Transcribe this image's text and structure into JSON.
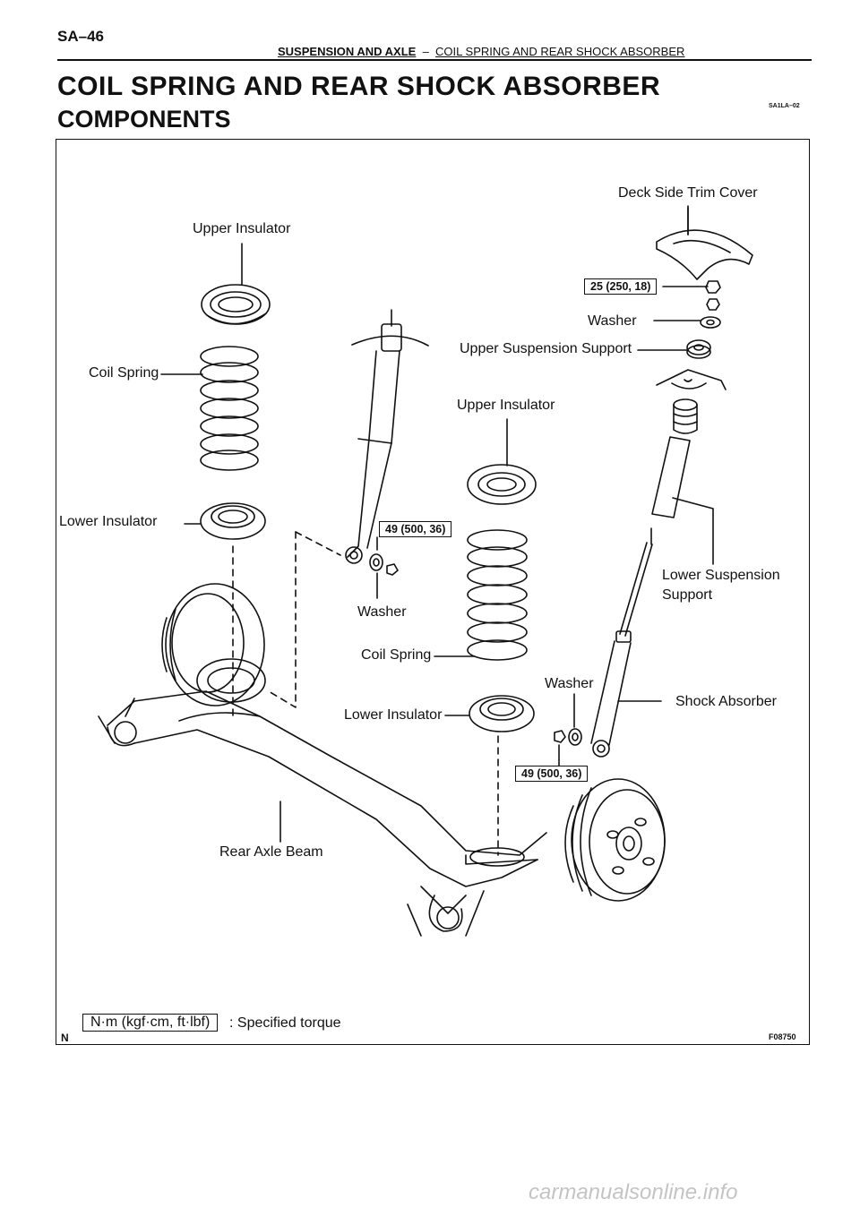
{
  "header": {
    "page_number": "SA–46",
    "section": "SUSPENSION AND AXLE",
    "separator": "–",
    "subsection": "COIL SPRING AND REAR SHOCK ABSORBER"
  },
  "title": "COIL SPRING AND REAR SHOCK ABSORBER",
  "subtitle": "COMPONENTS",
  "doc_ref": "SA1LA–02",
  "labels": {
    "deck_side_trim_cover": "Deck Side Trim Cover",
    "upper_insulator_left": "Upper Insulator",
    "coil_spring_left": "Coil Spring",
    "lower_insulator_left": "Lower Insulator",
    "washer_top": "Washer",
    "upper_suspension_support": "Upper Suspension Support",
    "upper_insulator_right": "Upper Insulator",
    "washer_mid": "Washer",
    "coil_spring_right": "Coil Spring",
    "lower_suspension_support_line1": "Lower Suspension",
    "lower_suspension_support_line2": "Support",
    "washer_lower": "Washer",
    "shock_absorber": "Shock Absorber",
    "lower_insulator_right": "Lower Insulator",
    "rear_axle_beam": "Rear Axle Beam"
  },
  "torques": {
    "upper_nut": "25 (250, 18)",
    "shock_upper_mid": "49 (500, 36)",
    "shock_lower": "49 (500, 36)"
  },
  "legend": {
    "unit": "N·m (kgf·cm, ft·lbf)",
    "meaning": ": Specified torque"
  },
  "corner_mark": "N",
  "figure_id": "F08750",
  "watermark": "carmanualsonline.info"
}
